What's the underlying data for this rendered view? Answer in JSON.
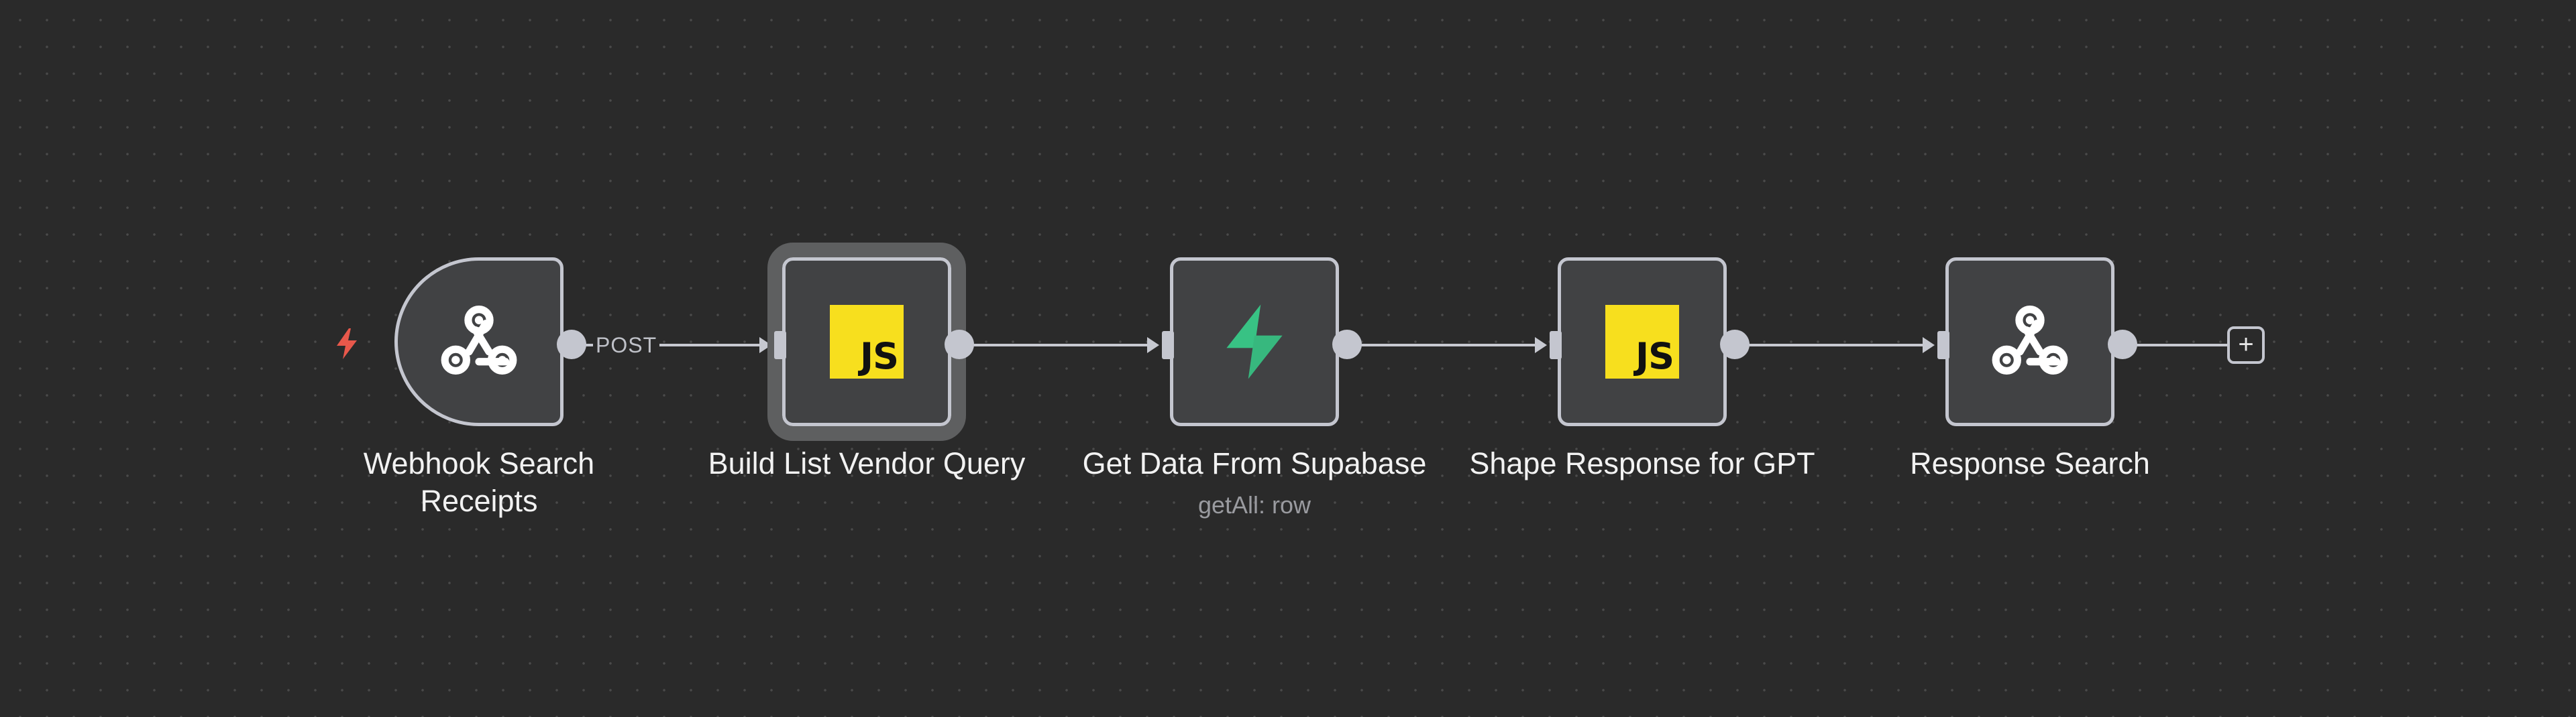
{
  "workflow": {
    "nodes": [
      {
        "label": "Webhook Search\nReceipts",
        "type": "webhook",
        "icon": "webhook-icon",
        "is_trigger": true
      },
      {
        "label": "Build List Vendor Query",
        "type": "code",
        "icon": "javascript-icon",
        "icon_text": "JS",
        "selected": true
      },
      {
        "label": "Get Data From Supabase",
        "subtitle": "getAll: row",
        "type": "supabase",
        "icon": "supabase-icon"
      },
      {
        "label": "Shape Response for GPT",
        "type": "code",
        "icon": "javascript-icon",
        "icon_text": "JS"
      },
      {
        "label": "Response Search",
        "type": "webhook",
        "icon": "webhook-icon"
      }
    ],
    "connections": [
      {
        "from": 0,
        "to": 1,
        "label": "POST"
      },
      {
        "from": 1,
        "to": 2
      },
      {
        "from": 2,
        "to": 3
      },
      {
        "from": 3,
        "to": 4
      }
    ],
    "add_node_symbol": "+",
    "trigger_indicator": "lightning-bolt-icon"
  },
  "colors": {
    "canvas_bg": "#2a2a2a",
    "node_bg": "#414244",
    "node_border": "#c4c6cf",
    "trigger_bolt": "#e8584b",
    "js_yellow": "#f7df1e",
    "supabase_green": "#3ecf8e"
  }
}
